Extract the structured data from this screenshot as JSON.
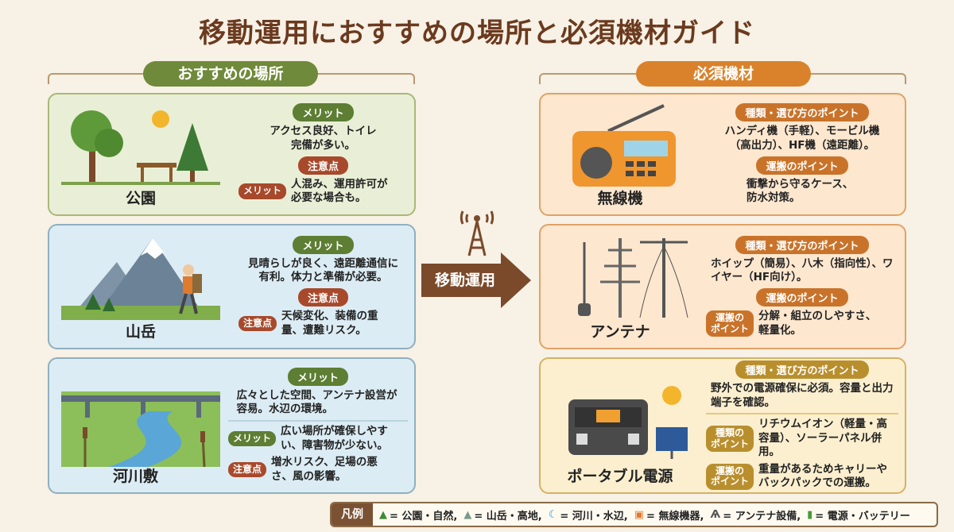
{
  "title": "移動運用におすすめの場所と必須機材ガイド",
  "left_header": "おすすめの場所",
  "right_header": "必須機材",
  "center_label": "移動運用",
  "colors": {
    "merit": "#5d7e33",
    "caution": "#a8492c",
    "equipment": "#c9732a",
    "power": "#b98f2e",
    "title": "#6b3a1e"
  },
  "places": [
    {
      "name": "公園",
      "icon": "park-icon",
      "merit_label": "メリット",
      "merit": "アクセス良好、トイレ完備が多い。",
      "caution_label": "注意点",
      "side_label": "メリット",
      "caution": "人混み、運用許可が必要な場合も。"
    },
    {
      "name": "山岳",
      "icon": "mountain-icon",
      "merit_label": "メリット",
      "merit": "見晴らしが良く、遠距離通信に有利。体力と準備が必要。",
      "caution_label": "注意点",
      "side_label": "注意点",
      "caution": "天候変化、装備の重量、遭難リスク。"
    },
    {
      "name": "河川敷",
      "icon": "river-icon",
      "merit_label": "メリット",
      "merit": "広々とした空間、アンテナ設営が容易。水辺の環境。",
      "side_merit_label": "メリット",
      "side_merit": "広い場所が確保しやすい、障害物が少ない。",
      "side_caution_label": "注意点",
      "side_caution": "増水リスク、足場の悪さ、風の影響。"
    }
  ],
  "equipment": [
    {
      "name": "無線機",
      "icon": "radio-icon",
      "type_label": "種類・選び方のポイント",
      "type": "ハンディ機（手軽）、モービル機（高出力）、HF機（遠距離）。",
      "carry_label": "運搬のポイント",
      "carry": "衝撃から守るケース、防水対策。"
    },
    {
      "name": "アンテナ",
      "icon": "antenna-icon",
      "type_label": "種類・選び方のポイント",
      "type": "ホイップ（簡易）、八木（指向性）、ワイヤー（HF向け）。",
      "carry_label": "運搬のポイント",
      "side_label": "運搬の\nポイント",
      "carry": "分解・組立のしやすさ、軽量化。"
    },
    {
      "name": "ポータブル電源",
      "icon": "power-station-icon",
      "type_label": "種類・選び方のポイント",
      "type": "野外での電源確保に必須。容量と出力端子を確認。",
      "side_type_label": "種類の\nポイント",
      "side_type": "リチウムイオン（軽量・高容量）、ソーラーパネル併用。",
      "side_carry_label": "運搬の\nポイント",
      "side_carry": "重量があるためキャリーやバックパックでの運搬。"
    }
  ],
  "legend": {
    "label": "凡例",
    "items": [
      {
        "icon": "tree-icon",
        "text": "= 公園・自然,"
      },
      {
        "icon": "mountain-icon",
        "text": "= 山岳・高地,"
      },
      {
        "icon": "wave-icon",
        "text": "= 河川・水辺,"
      },
      {
        "icon": "radio-icon",
        "text": "= 無線機器,"
      },
      {
        "icon": "antenna-icon",
        "text": "= アンテナ設備,"
      },
      {
        "icon": "battery-icon",
        "text": "= 電源・バッテリー"
      }
    ]
  }
}
